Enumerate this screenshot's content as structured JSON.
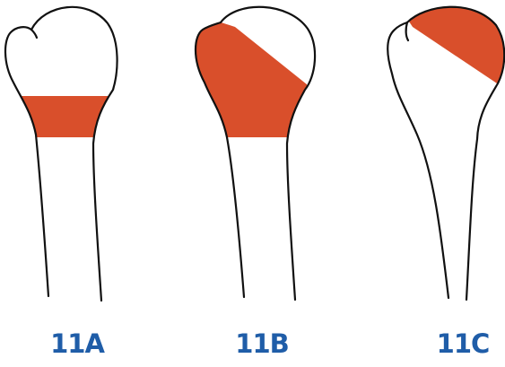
{
  "labels": {
    "a": "11A",
    "b": "11B",
    "c": "11C"
  },
  "colors": {
    "fracture_fill": "#d94f2b",
    "outline": "#111111",
    "label_text": "#1f5da8",
    "background": "#ffffff"
  }
}
